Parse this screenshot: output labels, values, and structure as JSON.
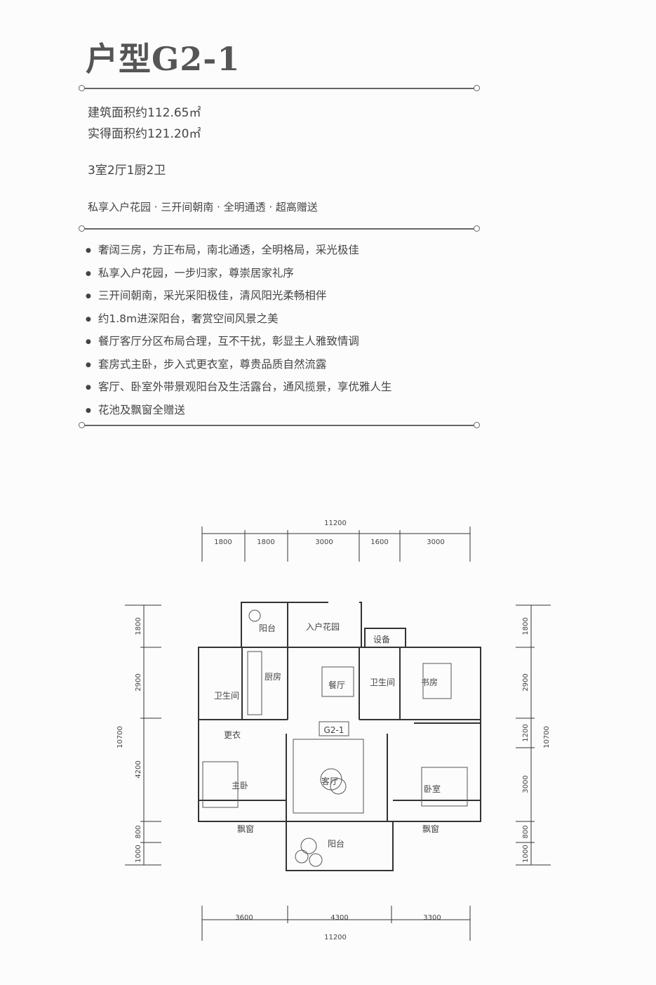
{
  "title": "户型G2-1",
  "building_area": "建筑面积约112.65㎡",
  "actual_area": "实得面积约121.20㎡",
  "layout": "3室2厅1厨2卫",
  "tagline": "私享入户花园 · 三开间朝南 · 全明通透 · 超高赠送",
  "features": [
    "奢阔三房，方正布局，南北通透，全明格局，采光极佳",
    "私享入户花园，一步归家，尊崇居家礼序",
    "三开间朝南，采光采阳极佳，清风阳光柔畅相伴",
    "约1.8m进深阳台，奢赏空间风景之美",
    "餐厅客厅分区布局合理，互不干扰，彰显主人雅致情调",
    "套房式主卧，步入式更衣室，尊贵品质自然流露",
    "客厅、卧室外带景观阳台及生活露台，通风揽景，享优雅人生",
    "花池及飘窗全赠送"
  ],
  "plan": {
    "code": "G2-1",
    "rooms": {
      "balcony_n": "阳台",
      "entry_garden": "入户花园",
      "equipment": "设备",
      "kitchen": "厨房",
      "dining": "餐厅",
      "bath1": "卫生间",
      "bath2": "卫生间",
      "study": "书房",
      "closet": "更衣",
      "master": "主卧",
      "living": "客厅",
      "bedroom": "卧室",
      "bay1": "飘窗",
      "bay2": "飘窗",
      "balcony_s": "阳台"
    },
    "dims": {
      "top_total": "11200",
      "top": [
        "1800",
        "1800",
        "3000",
        "1600",
        "3000"
      ],
      "bottom": [
        "3600",
        "4300",
        "3300"
      ],
      "bottom_total": "11200",
      "left": [
        "1800",
        "2900",
        "4200",
        "800",
        "1000"
      ],
      "left_total": "10700",
      "right": [
        "1800",
        "2900",
        "1200",
        "3000",
        "800",
        "1000"
      ],
      "right_total": "10700"
    }
  }
}
